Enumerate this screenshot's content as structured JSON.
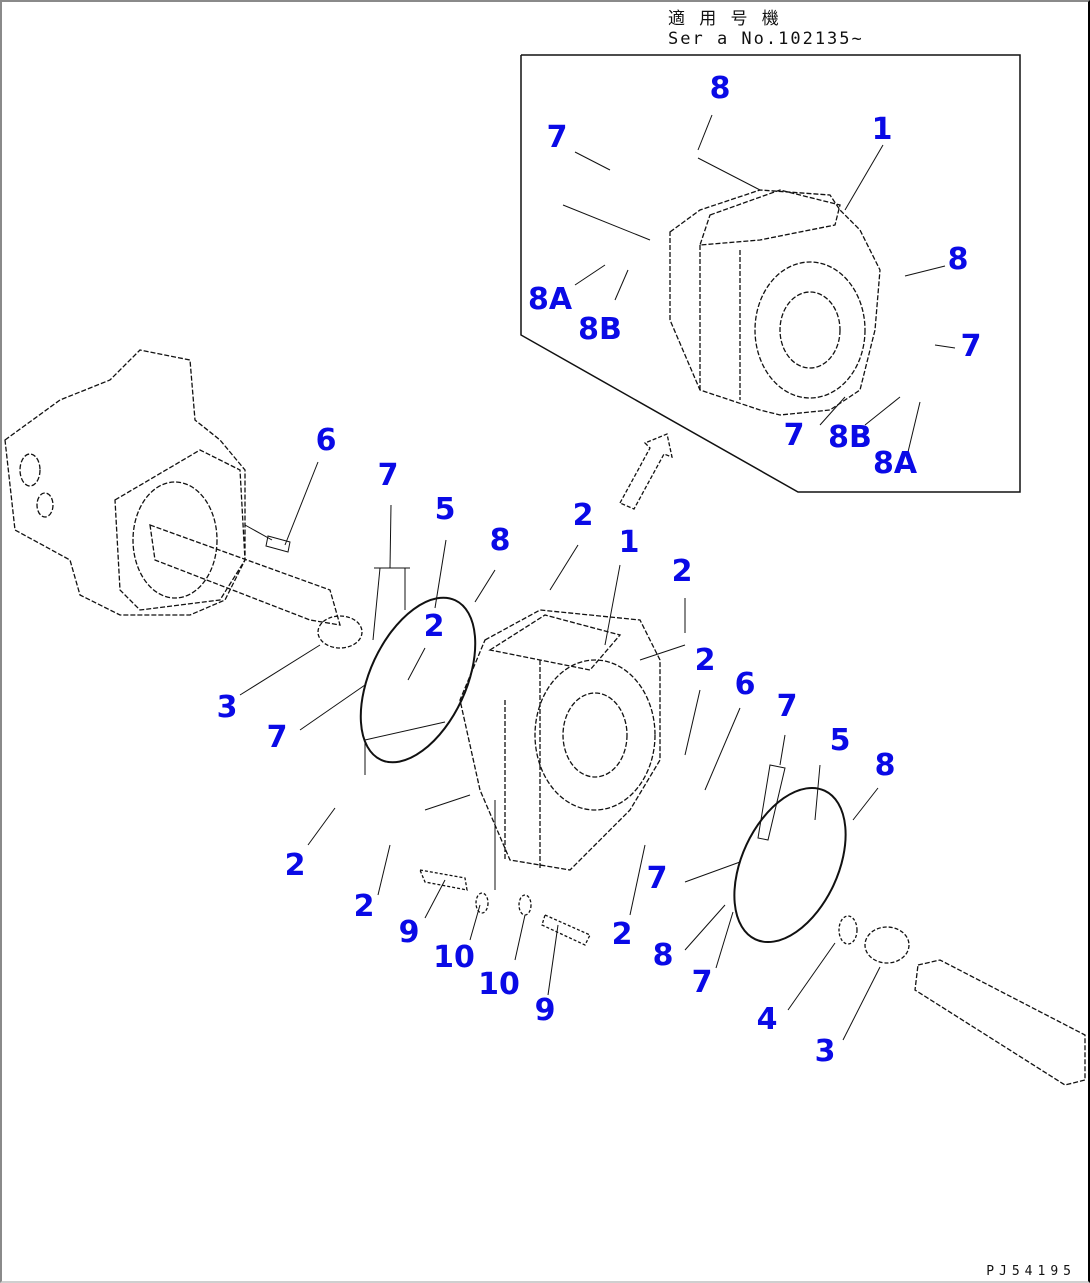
{
  "header": {
    "applicable_label": "適 用 号 機",
    "serial_label": "Ser a  No.102135~"
  },
  "drawing_code": "PJ54195",
  "colors": {
    "callout": "#0a0ae6",
    "line": "#111111"
  },
  "inset": {
    "callouts": [
      "8",
      "7",
      "1",
      "8",
      "7",
      "8A",
      "8B",
      "7",
      "8B",
      "8A"
    ]
  },
  "main": {
    "callouts": [
      "6",
      "7",
      "5",
      "8",
      "2",
      "1",
      "2",
      "2",
      "3",
      "7",
      "2",
      "6",
      "7",
      "5",
      "8",
      "2",
      "2",
      "7",
      "2",
      "9",
      "10",
      "10",
      "9",
      "8",
      "7",
      "4",
      "3"
    ]
  }
}
